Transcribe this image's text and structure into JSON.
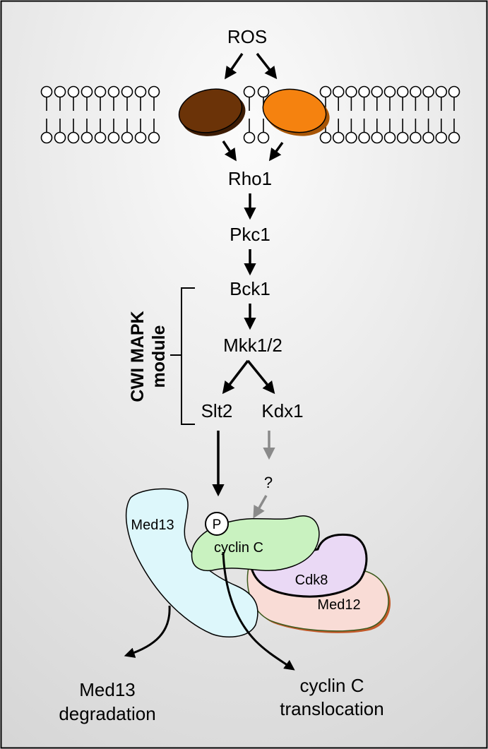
{
  "labels": {
    "ros": "ROS",
    "rho1": "Rho1",
    "pkc1": "Pkc1",
    "bck1": "Bck1",
    "mkk12": "Mkk1/2",
    "slt2": "Slt2",
    "kdx1": "Kdx1",
    "unknown": "?",
    "module_line1": "CWI MAPK",
    "module_line2": "module",
    "phospho": "P",
    "med13": "Med13",
    "cyclin_c": "cyclin C",
    "cdk8": "Cdk8",
    "med12": "Med12",
    "med13_deg_1": "Med13",
    "med13_deg_2": "degradation",
    "cyc_trans_1": "cyclin C",
    "cyc_trans_2": "translocation"
  },
  "colors": {
    "background_light": "#fbfbfb",
    "background_dark": "#d9d9d9",
    "sensor_brown": "#6b3308",
    "sensor_orange": "#f5820f",
    "med13_fill": "#ddf7fb",
    "cyclin_fill": "#c9f2c0",
    "cdk8_fill": "#ead9f5",
    "med12_fill": "#f9dcd6",
    "kdx1_arrow": "#8a8a8a"
  }
}
